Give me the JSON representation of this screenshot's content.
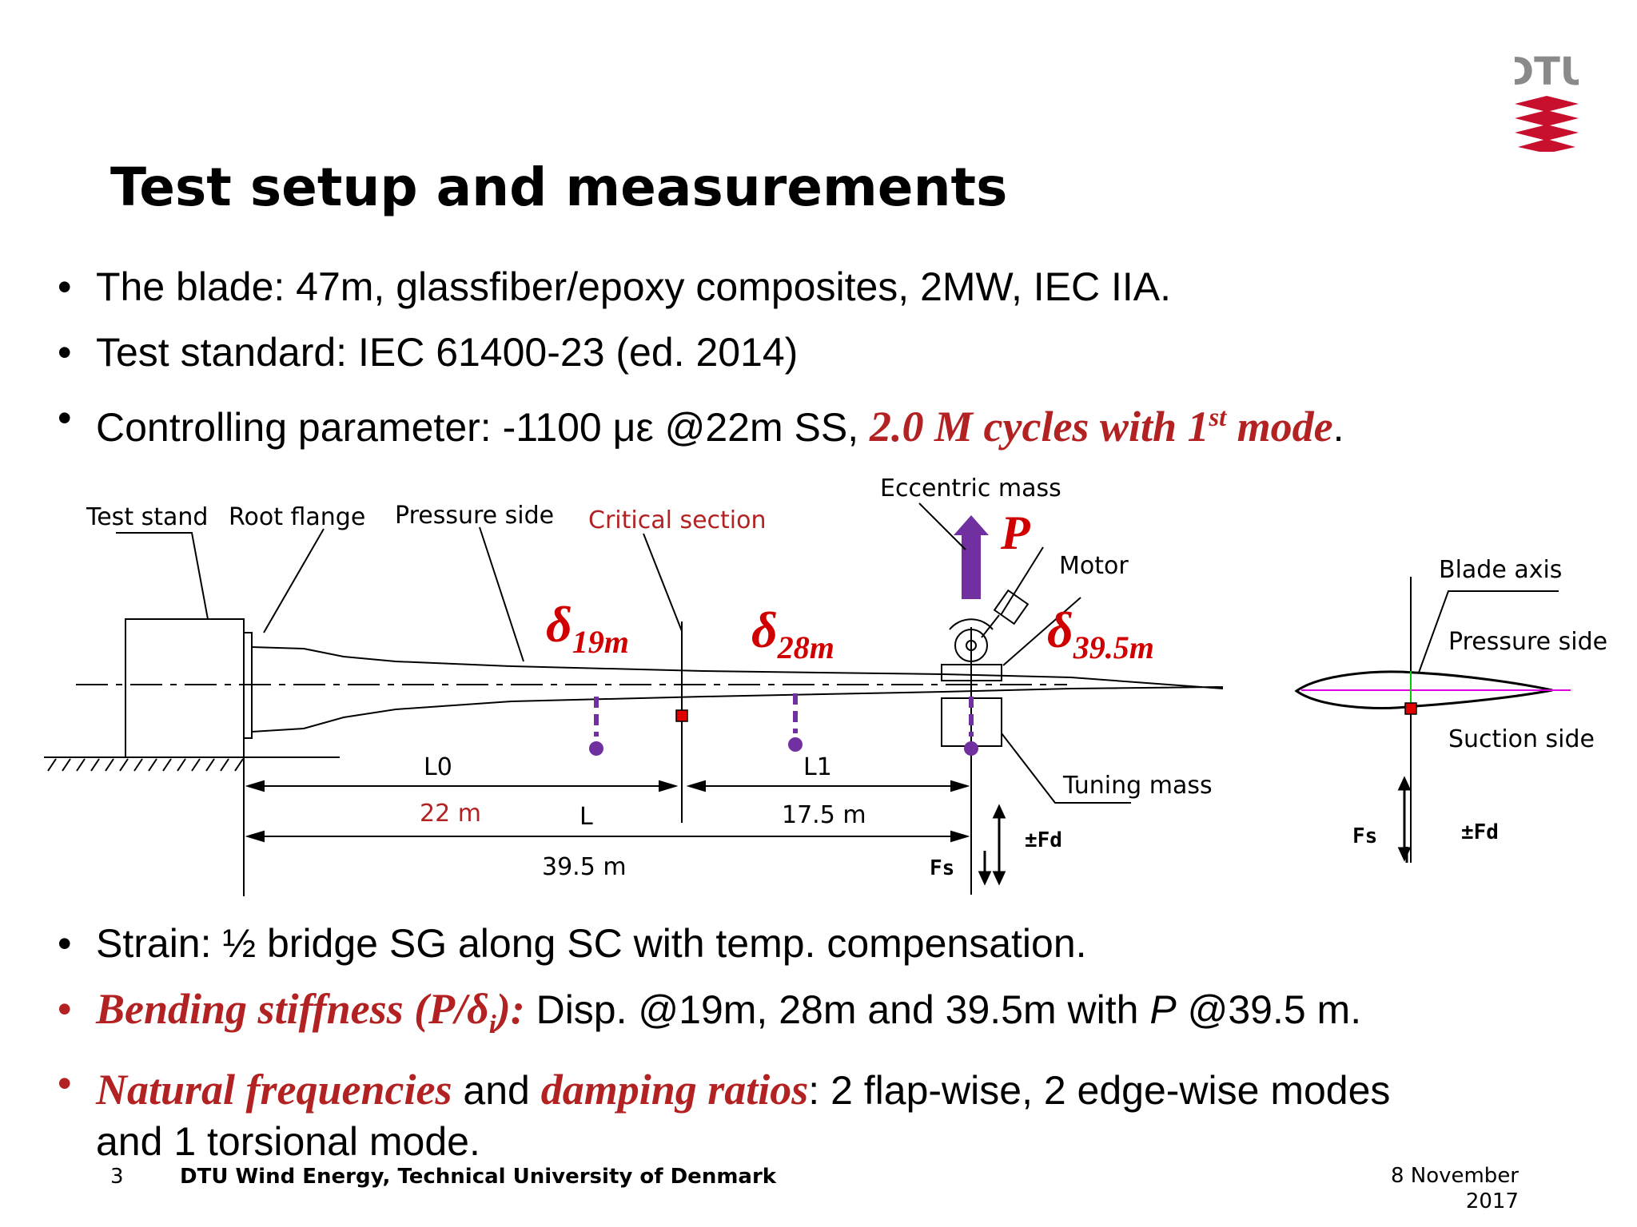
{
  "slide": {
    "title": "Test setup and measurements",
    "bullets_top": [
      {
        "text": "The blade: 47m, glassfiber/epoxy composites, 2MW, IEC IIA."
      },
      {
        "text": "Test standard: IEC 61400-23 (ed. 2014)"
      },
      {
        "prefix": "Controlling parameter: -1100 με @22m SS, ",
        "emph_a": "2.0 M cycles with 1",
        "emph_sup": "st",
        "emph_b": " mode",
        "suffix": "."
      }
    ],
    "bullets_bottom": [
      {
        "text": "Strain: ½ bridge SG along SC with temp. compensation."
      },
      {
        "emph_a": "Bending stiffness (P/δ",
        "emph_sub": "i",
        "emph_b": "):",
        "mid": " Disp. @19m, 28m and 39.5m with ",
        "italic": "P",
        "suffix": " @39.5 m."
      },
      {
        "emph_a": "Natural frequencies",
        "mid1": " and ",
        "emph_b": "damping ratios",
        "suffix": ": 2 flap-wise, 2 edge-wise modes",
        "line2": "and 1 torsional mode."
      }
    ],
    "bullet_symbol": "•"
  },
  "diagram": {
    "labels": {
      "test_stand": "Test stand",
      "root_flange": "Root flange",
      "pressure_side": "Pressure side",
      "critical_section": "Critical section",
      "eccentric_mass": "Eccentric mass",
      "force": "P",
      "motor": "Motor",
      "tuning_mass": "Tuning mass",
      "blade_axis": "Blade axis",
      "pressure_side_2": "Pressure side",
      "suction_side": "Suction side"
    },
    "deltas": [
      {
        "sym": "δ",
        "sub": "19m"
      },
      {
        "sym": "δ",
        "sub": "28m"
      },
      {
        "sym": "δ",
        "sub": "39.5m"
      }
    ],
    "dims": {
      "l0": "L0",
      "l1": "L1",
      "l": "L",
      "l0_value": "22 m",
      "l1_value": "17.5 m",
      "l_value": "39.5 m"
    },
    "forces": {
      "fs": "Fs",
      "fd": "±Fd"
    },
    "colors": {
      "red": "#d00000",
      "purple": "#7030a0",
      "magenta": "#e000e0",
      "green": "#00cc00"
    }
  },
  "footer": {
    "page": "3",
    "org": "DTU Wind Energy, Technical University of Denmark",
    "date_line1": "8 November",
    "date_line2": "2017"
  },
  "logo": {
    "text": "DTU",
    "color": "#c8102e"
  }
}
